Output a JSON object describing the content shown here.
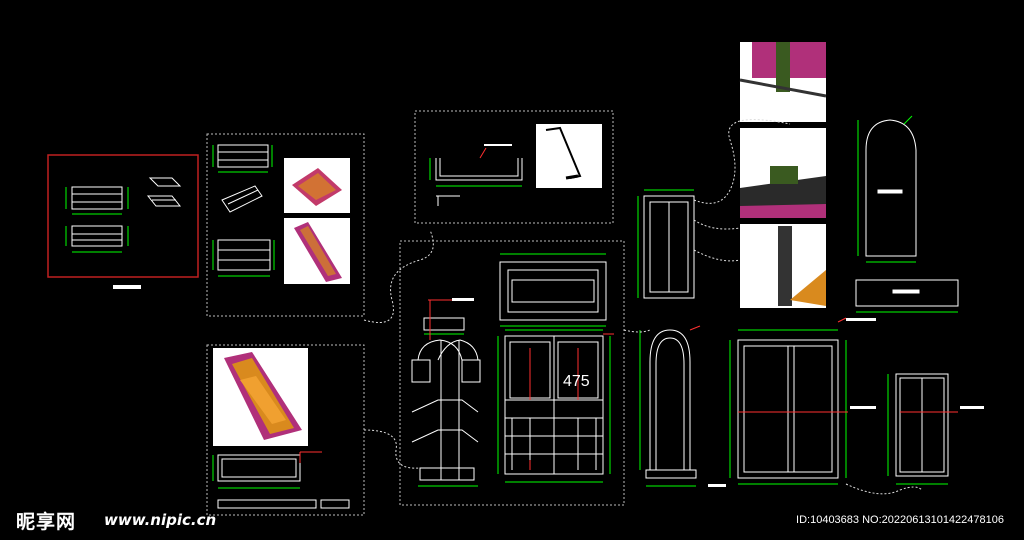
{
  "drawing": {
    "dimension_text": "475",
    "colors": {
      "background": "#000000",
      "outline": "#ffffff",
      "dimension": "#00ff00",
      "leader": "#ff0000",
      "frame_dotted": "#cccccc",
      "wood": "#d98a1e",
      "magenta": "#b0307a"
    }
  },
  "watermark": {
    "logo": "昵享网",
    "url": "www.nipic.cn",
    "id_text": "ID:10403683 NO:20220613101422478106"
  }
}
